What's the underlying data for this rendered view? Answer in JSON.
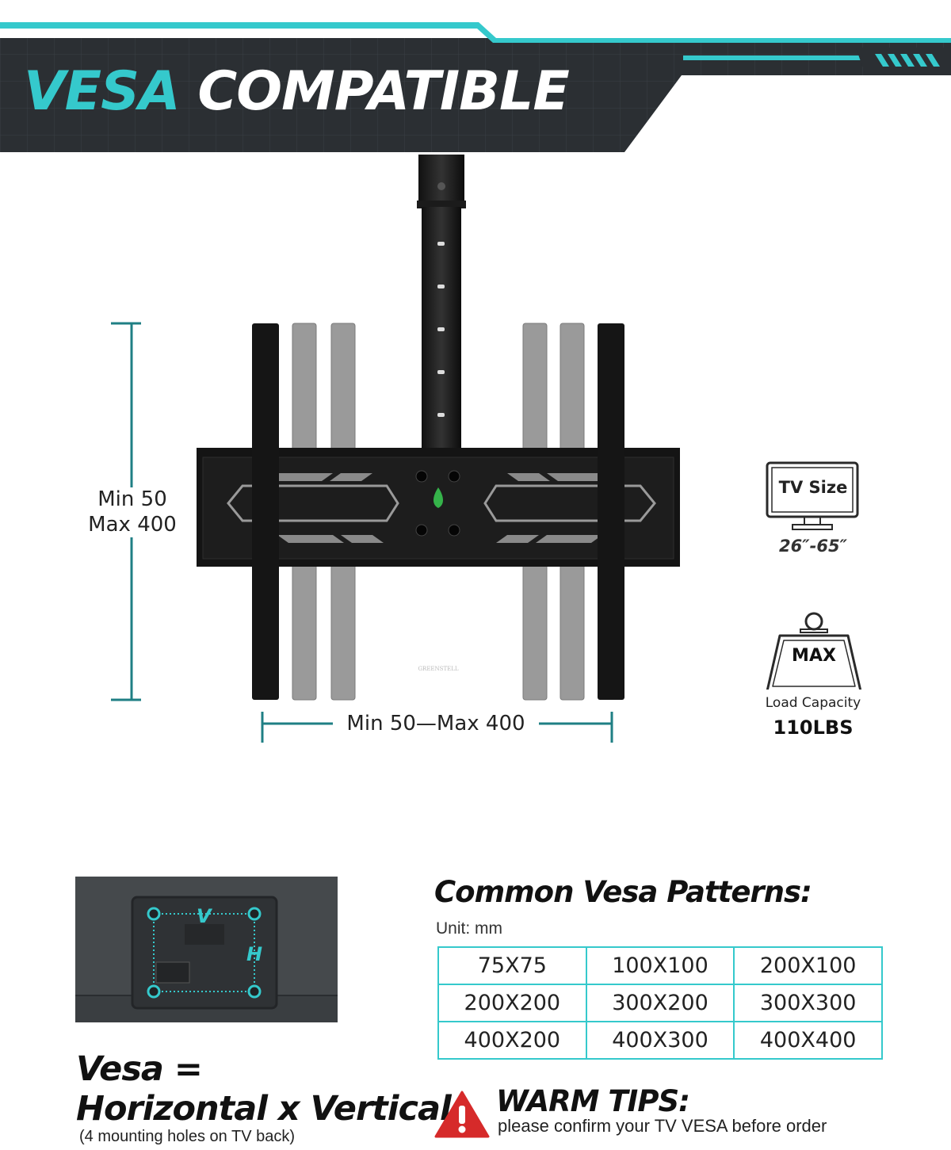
{
  "header": {
    "title_accent": "VESA",
    "title_rest": "COMPATIBLE",
    "accent_color": "#35c9cc",
    "banner_color": "#2e3236"
  },
  "mount": {
    "brand_logo": "GREENSTELL",
    "vertical_range": [
      "Min 50",
      "Max 400"
    ],
    "horizontal_range": "Min 50—Max 400"
  },
  "specs": {
    "tv_size_label": "TV Size",
    "tv_size_range": "26″-65″",
    "tv_icon": "monitor-icon",
    "weight_label": "MAX",
    "weight_icon": "weight-icon",
    "load_label": "Load Capacity",
    "load_value": "110LBS"
  },
  "tv_back": {
    "v_label": "V",
    "h_label": "H"
  },
  "formula": {
    "line1": "Vesa =",
    "line2": "Horizontal x Vertical",
    "note": "(4 mounting holes on TV back)"
  },
  "patterns": {
    "title": "Common Vesa Patterns:",
    "unit": "Unit: mm",
    "rows": [
      [
        "75X75",
        "100X100",
        "200X100"
      ],
      [
        "200X200",
        "300X200",
        "300X300"
      ],
      [
        "400X200",
        "400X300",
        "400X400"
      ]
    ]
  },
  "tips": {
    "icon": "warning-icon",
    "title": "WARM TIPS:",
    "text": "please confirm your TV VESA before order"
  }
}
